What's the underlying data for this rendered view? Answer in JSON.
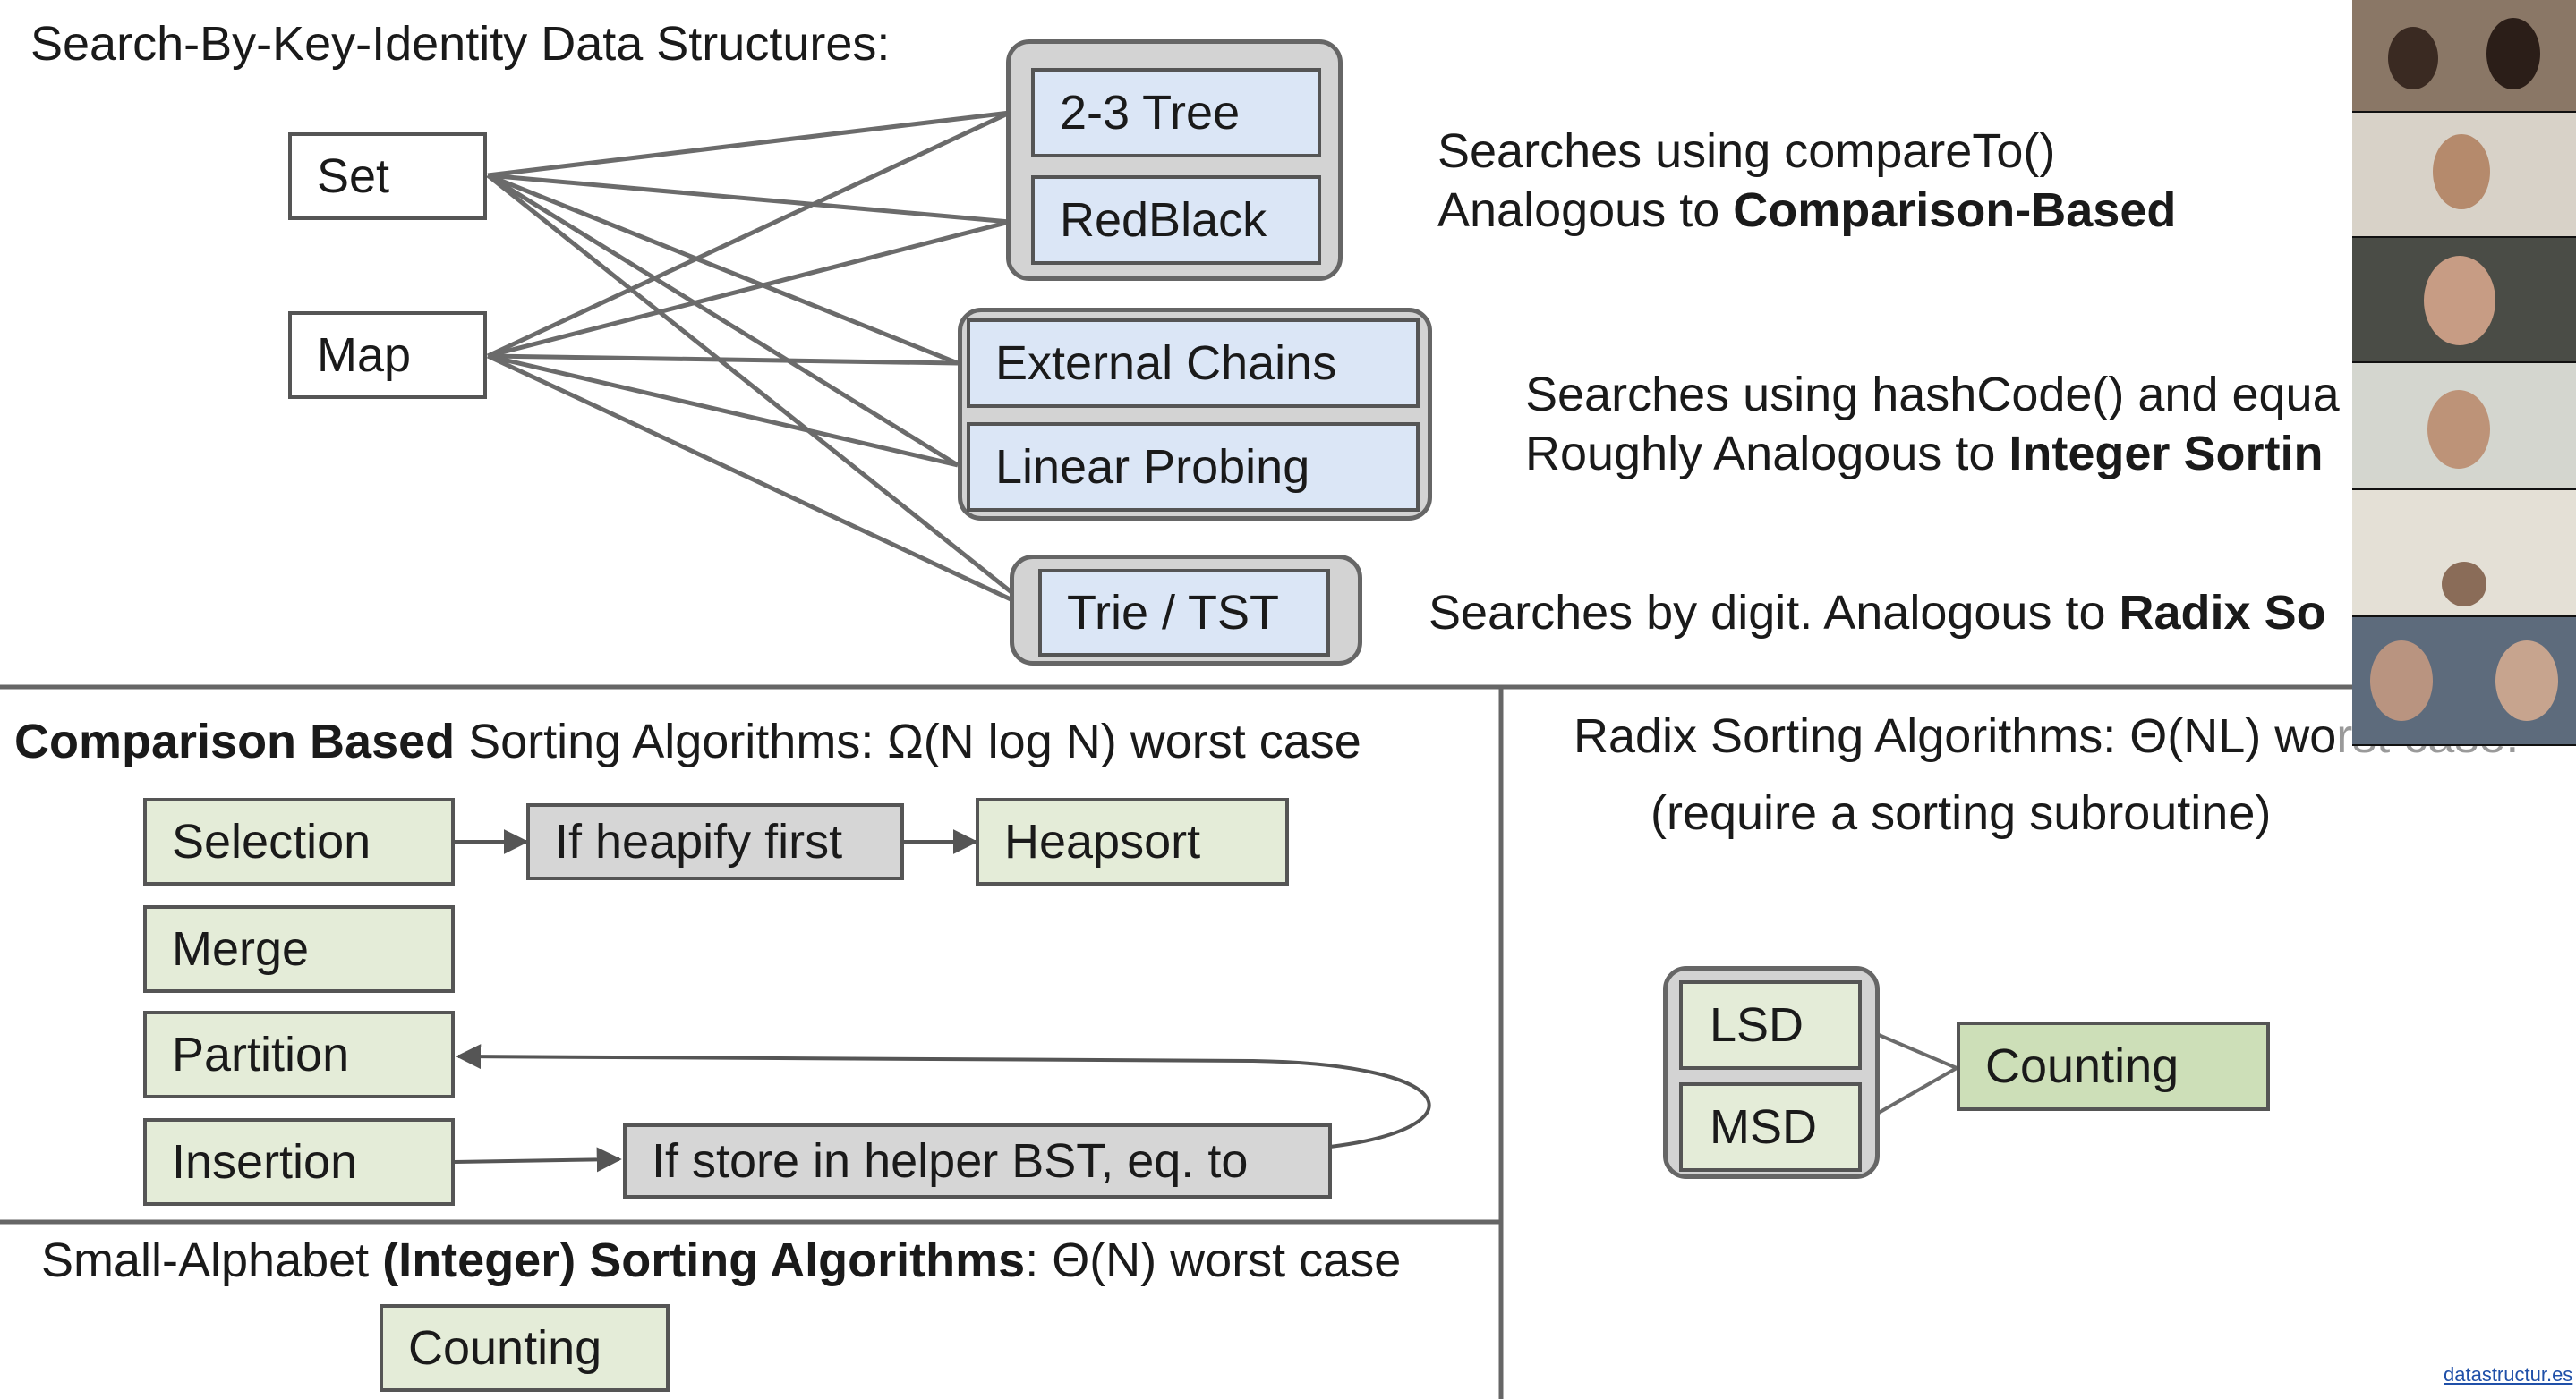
{
  "top": {
    "title": "Search-By-Key-Identity Data Structures:",
    "set_label": "Set",
    "map_label": "Map",
    "tree_2_3": "2-3 Tree",
    "redblack": "RedBlack",
    "external_chains": "External Chains",
    "linear_probing": "Linear Probing",
    "trie": "Trie / TST",
    "note1_line1": "Searches using compareTo()",
    "note1_line2_prefix": "Analogous to ",
    "note1_line2_bold": "Comparison-Based",
    "note2_line1": "Searches using hashCode() and equa",
    "note2_line2_prefix": "Roughly Analogous to ",
    "note2_line2_bold": "Integer Sortin",
    "note3_prefix": "Searches by digit. Analogous to ",
    "note3_bold": "Radix So"
  },
  "comparison": {
    "title_bold": "Comparison Based",
    "title_rest": " Sorting Algorithms: Ω(N log N) worst case",
    "selection": "Selection",
    "heapify": "If heapify first",
    "heapsort": "Heapsort",
    "merge": "Merge",
    "partition": "Partition",
    "insertion": "Insertion",
    "helper_bst": "If store in helper BST, eq. to"
  },
  "small_alphabet": {
    "title_prefix": "Small-Alphabet ",
    "title_bold": "(Integer) Sorting Algorithms",
    "title_rest": ": Θ(N) worst case",
    "counting": "Counting"
  },
  "radix": {
    "title": "Radix Sorting Algorithms: Θ(NL) wo",
    "title_overlap": "rst case.",
    "subtitle": "(require a sorting subroutine)",
    "lsd": "LSD",
    "msd": "MSD",
    "counting": "Counting"
  },
  "footer": {
    "watermark": "datastructur.es"
  },
  "colors": {
    "blue_box": "#dbe6f6",
    "green_box": "#e4ecd8",
    "gray_box": "#d6d6d6",
    "group_bg": "#d3d3d3",
    "line": "#6b6b6b"
  }
}
